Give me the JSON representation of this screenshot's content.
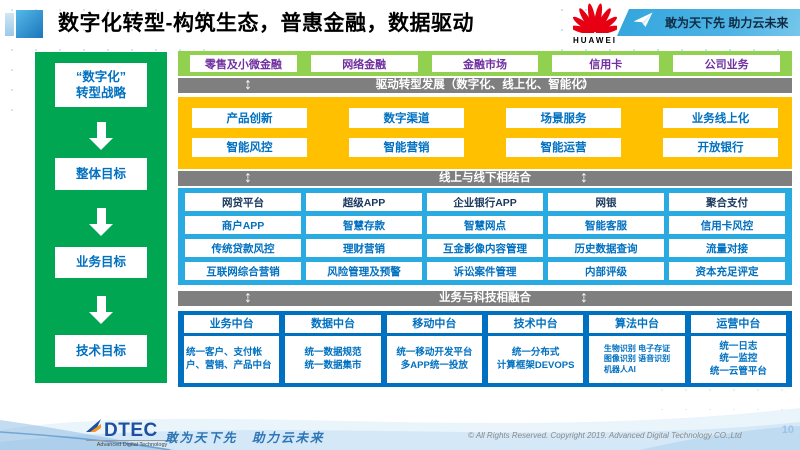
{
  "slide": {
    "title": "数字化转型-构筑生态，普惠金融，数据驱动",
    "page_number": "10"
  },
  "header": {
    "huawei_logo_text": "HUAWEI",
    "banner_slogan": "敢为天下先 助力云未来"
  },
  "sidebar": {
    "items": [
      {
        "label": "“数字化”\n转型战略"
      },
      {
        "label": "整体目标"
      },
      {
        "label": "业务目标"
      },
      {
        "label": "技术目标"
      }
    ]
  },
  "business_band": {
    "items": [
      "零售及小微金融",
      "网络金融",
      "金融市场",
      "信用卡",
      "公司业务"
    ]
  },
  "divider_bars": {
    "drive": "驱动转型发展（数字化、线上化、智能化）",
    "online_offline": "线上与线下相结合",
    "tech_fusion": "业务与科技相融合"
  },
  "capability_band": {
    "rows": [
      [
        "产品创新",
        "数字渠道",
        "场景服务",
        "业务线上化"
      ],
      [
        "智能风控",
        "智能营销",
        "智能运营",
        "开放银行"
      ]
    ]
  },
  "application_band": {
    "rows": [
      [
        "网贷平台",
        "超级APP",
        "企业银行APP",
        "网银",
        "聚合支付"
      ],
      [
        "商户APP",
        "智慧存款",
        "智慧网点",
        "智能客服",
        "信用卡风控"
      ],
      [
        "传统贷款风控",
        "理财营销",
        "互金影像内容管理",
        "历史数据查询",
        "流量对接"
      ],
      [
        "互联网综合营销",
        "风险管理及预警",
        "诉讼案件管理",
        "内部评级",
        "资本充足评定"
      ]
    ]
  },
  "platform_band": {
    "columns": [
      {
        "title": "业务中台",
        "desc": "统一客户、支付帐户、营销、产品中台"
      },
      {
        "title": "数据中台",
        "desc": "统一数据规范\n统一数据集市"
      },
      {
        "title": "移动中台",
        "desc": "统一移动开发平台\n多APP统一投放"
      },
      {
        "title": "技术中台",
        "desc": "统一分布式\n计算框架DEVOPS"
      },
      {
        "title": "算法中台",
        "desc": "生物识别 电子存证\n图像识别 语音识别\n机器人AI"
      },
      {
        "title": "运营中台",
        "desc": "统一日志\n统一监控\n统一云管平台"
      }
    ]
  },
  "footer": {
    "logo_text": "DTEC",
    "logo_subtext": "Advanced Digital Technology",
    "slogan": "敢为天下先　助力云未来",
    "copyright": "© All Rights Reserved. Copyright 2019. Advanced Digital Technology CO.,Ltd"
  },
  "colors": {
    "huawei_red": "#E60012",
    "sidebar_green": "#00A651",
    "band_light_green": "#92D050",
    "band_purple_text": "#7030A0",
    "divider_gray": "#7F7F7F",
    "band_yellow": "#FFC000",
    "band_sky_blue": "#29ABE2",
    "band_dark_blue": "#0070C0",
    "box_text_blue": "#0070C0"
  }
}
